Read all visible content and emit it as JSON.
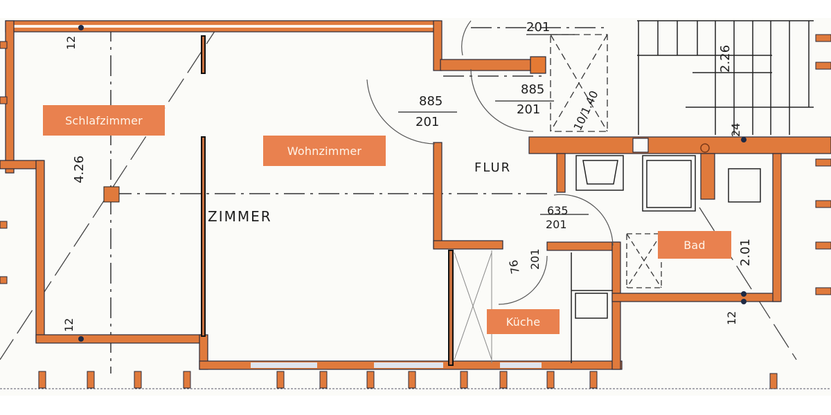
{
  "colors": {
    "wall": "#e07a3c",
    "wall_edge": "#2a2a3a",
    "label_bg": "#e9814f",
    "label_text": "#fff4e8",
    "paper": "#fbfbf8",
    "ink": "#1d1d1d"
  },
  "rooms": [
    {
      "id": "schlafzimmer",
      "label": "Schlafzimmer"
    },
    {
      "id": "wohnzimmer",
      "label": "Wohnzimmer"
    },
    {
      "id": "bad",
      "label": "Bad"
    },
    {
      "id": "kueche",
      "label": "Küche"
    }
  ],
  "handwritten": {
    "zimmer": "ZIMMER",
    "flur": "FLUR"
  },
  "dimensions": {
    "top_left_12": "12",
    "height_426": "4.26",
    "bottom_left_12": "12",
    "door1_width": "885",
    "door1_height": "201",
    "door2_width": "885",
    "door2_height": "201",
    "top_201": "201",
    "stair": "10/1.40",
    "stair_226": "2.26",
    "wall_24": "24",
    "door_bad_width": "635",
    "door_bad_height": "201",
    "door_kueche_width": "76",
    "door_kueche_height": "201",
    "bad_height": "2.01",
    "bad_12": "12"
  }
}
